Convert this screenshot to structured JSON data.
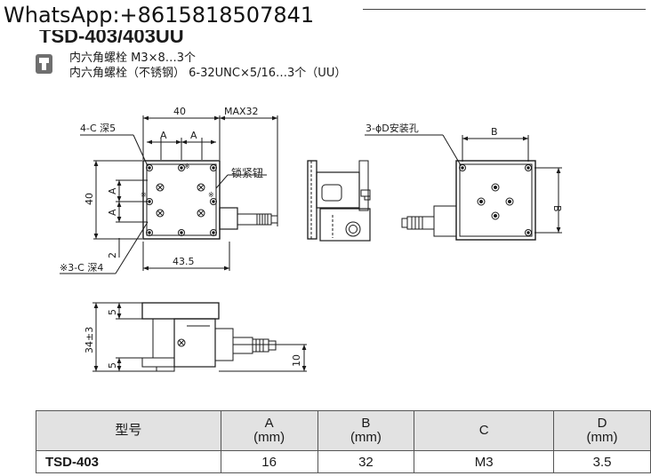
{
  "watermark": "WhatsApp:+8615818507841",
  "title": "TSD-403/403UU",
  "accessories": {
    "icon": "accessory-icon",
    "line1": "内六角螺栓 M3×8…3个",
    "line2": "内六角螺栓（不锈钢） 6-32UNC×5/16…3个（UU）"
  },
  "top_view": {
    "dim_width": "40",
    "dim_max": "MAX32",
    "dim_a1": "A",
    "dim_a2": "A",
    "dim_height": "40",
    "dim_a_left1": "A",
    "dim_a_left2": "A",
    "dim_2": "2",
    "dim_435": "43.5",
    "label_holes": "4-C 深5",
    "label_lock": "锁紧钮",
    "label_holes2": "※3-C 深4",
    "mark": "※"
  },
  "bottom_view": {
    "label_mount": "3-ϕD安装孔",
    "dim_b_top": "B",
    "dim_b_right": "B"
  },
  "front_view": {
    "dim_5_top": "5",
    "dim_34": "34±3",
    "dim_5_bottom": "5",
    "dim_10": "10"
  },
  "table": {
    "headers": [
      {
        "line1": "型号",
        "line2": ""
      },
      {
        "line1": "A",
        "line2": "(mm)"
      },
      {
        "line1": "B",
        "line2": "(mm)"
      },
      {
        "line1": "C",
        "line2": ""
      },
      {
        "line1": "D",
        "line2": "(mm)"
      }
    ],
    "rows": [
      {
        "model": "TSD-403",
        "a": "16",
        "b": "32",
        "c": "M3",
        "d": "3.5"
      }
    ]
  }
}
